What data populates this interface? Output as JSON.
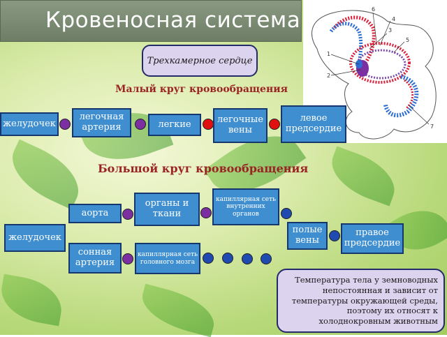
{
  "title": "Кровеносная система",
  "heart": "Трехкамерное сердце",
  "small_circle": {
    "title": "Малый круг кровообращения",
    "boxes": [
      "желудочек",
      "легочная артерия",
      "легкие",
      "легочные вены",
      "левое предсердие"
    ]
  },
  "big_circle": {
    "title": "Большой круг кровообращения",
    "ventricle": "желудочек",
    "aorta": "аорта",
    "organs": "органы и ткани",
    "capillary_internal": "капиллярная сеть внутренних органов",
    "carotid": "сонная артерия",
    "capillary_brain": "капиллярная сеть головного мозга",
    "vena_cava": "полые вены",
    "right_atrium": "правое предсердие"
  },
  "note": "Температура тела у земноводных непостоянная и зависит от температуры окружающей среды, поэтому их относят к холоднокровным животным",
  "frog_labels": [
    "1",
    "2",
    "3",
    "4",
    "5",
    "6",
    "7"
  ],
  "colors": {
    "box": "#3f8fd0",
    "dot_purple": "#7b2fa0",
    "dot_red": "#e01010",
    "dot_blue": "#1f4ab0"
  }
}
